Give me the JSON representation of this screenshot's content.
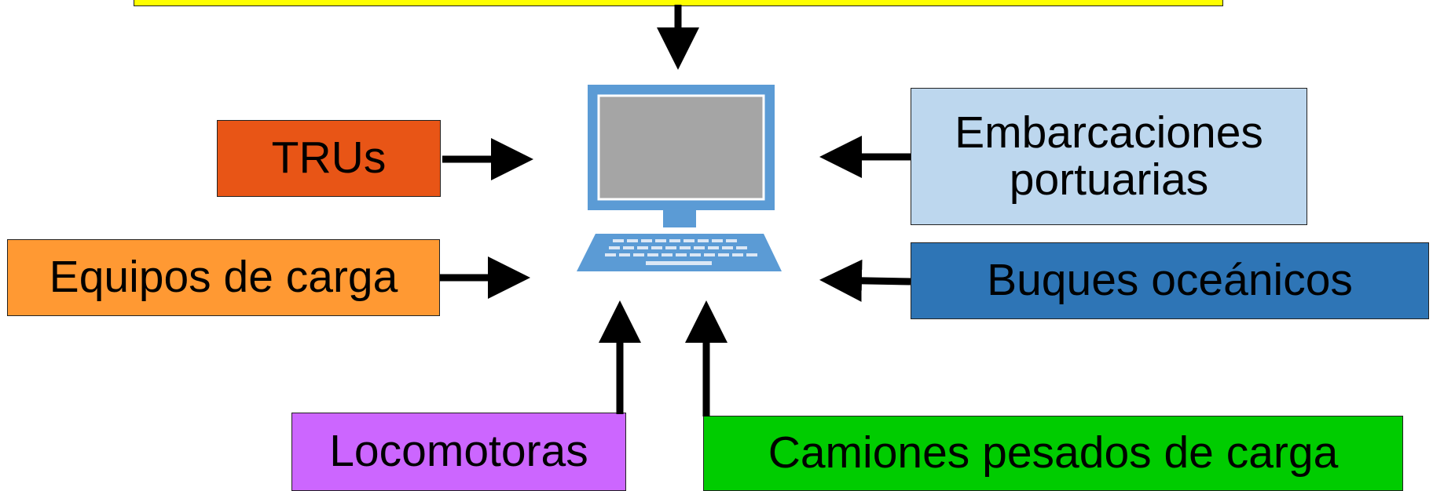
{
  "nodes": {
    "top": {
      "label": "",
      "color": "#ffff00"
    },
    "trus": {
      "label": "TRUs",
      "color": "#e85516"
    },
    "equipos": {
      "label": "Equipos de carga",
      "color": "#ff9933"
    },
    "embarcaciones": {
      "line1": "Embarcaciones",
      "line2": "portuarias",
      "color": "#bdd7ee"
    },
    "buques": {
      "label": "Buques oceánicos",
      "color": "#2e75b6"
    },
    "locomotoras": {
      "label": "Locomotoras",
      "color": "#cc66ff"
    },
    "camiones": {
      "label": "Camiones pesados de carga",
      "color": "#00cc00"
    }
  },
  "center_icon": "computer-icon",
  "edges": [
    {
      "from": "top",
      "to": "computer"
    },
    {
      "from": "trus",
      "to": "computer"
    },
    {
      "from": "equipos",
      "to": "computer"
    },
    {
      "from": "embarcaciones",
      "to": "computer"
    },
    {
      "from": "buques",
      "to": "computer"
    },
    {
      "from": "locomotoras",
      "to": "computer"
    },
    {
      "from": "camiones",
      "to": "computer"
    }
  ]
}
